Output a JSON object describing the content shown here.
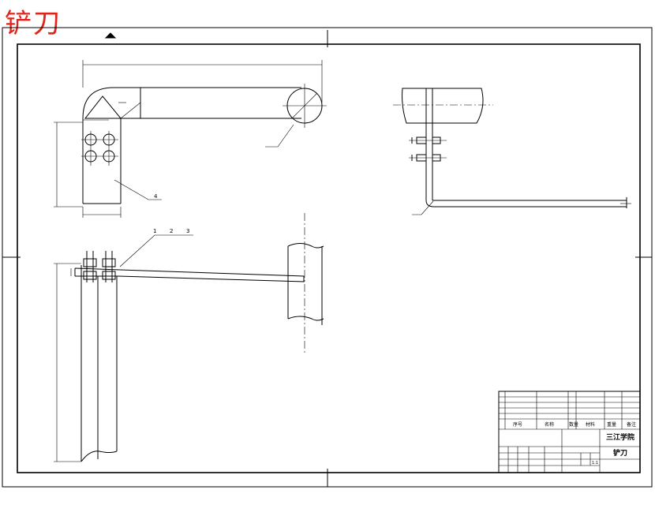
{
  "title": "铲刀",
  "title_color": "#e0241b",
  "title_block": {
    "school": "三江学院",
    "part_name": "铲刀",
    "col_part_no": "序号",
    "col_name": "名称",
    "col_qty": "数量",
    "col_material": "材料",
    "col_weight": "重量",
    "col_remark": "备注",
    "scale_ratio": "1:1"
  },
  "callouts": [
    "1",
    "2",
    "3",
    "4"
  ]
}
